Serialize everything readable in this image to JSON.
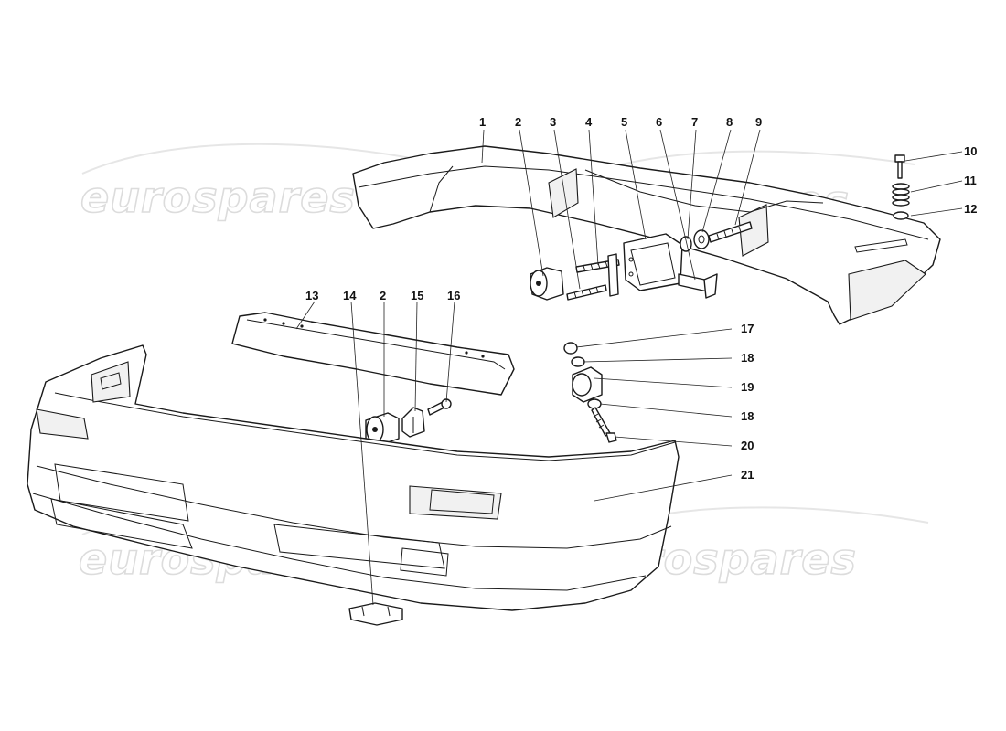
{
  "watermark": {
    "text": "eurospares"
  },
  "callouts": [
    {
      "id": "c1",
      "text": "1"
    },
    {
      "id": "c2",
      "text": "2"
    },
    {
      "id": "c3",
      "text": "3"
    },
    {
      "id": "c4",
      "text": "4"
    },
    {
      "id": "c5",
      "text": "5"
    },
    {
      "id": "c6",
      "text": "6"
    },
    {
      "id": "c7",
      "text": "7"
    },
    {
      "id": "c8",
      "text": "8"
    },
    {
      "id": "c9",
      "text": "9"
    },
    {
      "id": "c10",
      "text": "10"
    },
    {
      "id": "c11",
      "text": "11"
    },
    {
      "id": "c12",
      "text": "12"
    },
    {
      "id": "c13",
      "text": "13"
    },
    {
      "id": "c14",
      "text": "14"
    },
    {
      "id": "c2b",
      "text": "2"
    },
    {
      "id": "c15",
      "text": "15"
    },
    {
      "id": "c16",
      "text": "16"
    },
    {
      "id": "c17",
      "text": "17"
    },
    {
      "id": "c18",
      "text": "18"
    },
    {
      "id": "c19",
      "text": "19"
    },
    {
      "id": "c18b",
      "text": "18"
    },
    {
      "id": "c20",
      "text": "20"
    },
    {
      "id": "c21",
      "text": "21"
    }
  ]
}
